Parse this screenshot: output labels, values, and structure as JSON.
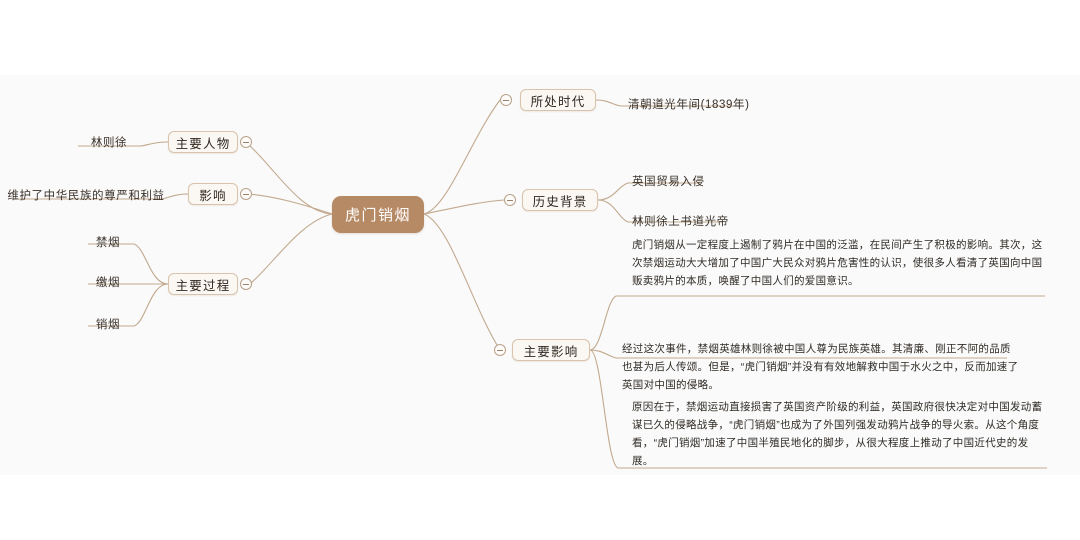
{
  "theme": {
    "root_fill": "#b78a66",
    "root_text": "#ffffff",
    "branch_fill": "#fbf8f4",
    "branch_border": "#d9c3ab",
    "line_color": "#c2a98e",
    "canvas_bg": "#fafafa",
    "page_bg": "#ffffff",
    "text_color": "#31281f"
  },
  "root": {
    "label": "虎门销烟"
  },
  "branches": {
    "main_person": {
      "label": "主要人物",
      "children": [
        {
          "label": "林则徐"
        }
      ]
    },
    "influence": {
      "label": "影响",
      "children": [
        {
          "label": "维护了中华民族的尊严和利益"
        }
      ]
    },
    "main_process": {
      "label": "主要过程",
      "children": [
        {
          "label": "禁烟"
        },
        {
          "label": "缴烟"
        },
        {
          "label": "销烟"
        }
      ]
    },
    "era": {
      "label": "所处时代",
      "children": [
        {
          "label": "清朝道光年间(1839年)"
        }
      ]
    },
    "background": {
      "label": "历史背景",
      "children": [
        {
          "label": "英国贸易入侵"
        },
        {
          "label": "林则徐上书道光帝"
        }
      ]
    },
    "main_impact": {
      "label": "主要影响",
      "children": [
        {
          "label": "虎门销烟从一定程度上遏制了鸦片在中国的泛滥，在民间产生了积极的影响。其次，这次禁烟运动大大增加了中国广大民众对鸦片危害性的认识，使很多人看清了英国向中国贩卖鸦片的本质，唤醒了中国人们的爱国意识。"
        },
        {
          "label": "经过这次事件，禁烟英雄林则徐被中国人尊为民族英雄。其清廉、刚正不阿的品质也甚为后人传颂。但是，“虎门销烟”并没有有效地解救中国于水火之中，反而加速了英国对中国的侵略。"
        },
        {
          "label": "原因在于，禁烟运动直接损害了英国资产阶级的利益，英国政府很快决定对中国发动蓄谋已久的侵略战争，“虎门销烟”也成为了外国列强发动鸦片战争的导火索。从这个角度看，“虎门销烟”加速了中国半殖民地化的脚步，从很大程度上推动了中国近代史的发展。"
        }
      ]
    }
  },
  "toggles": {
    "collapse_symbol": "minus"
  }
}
